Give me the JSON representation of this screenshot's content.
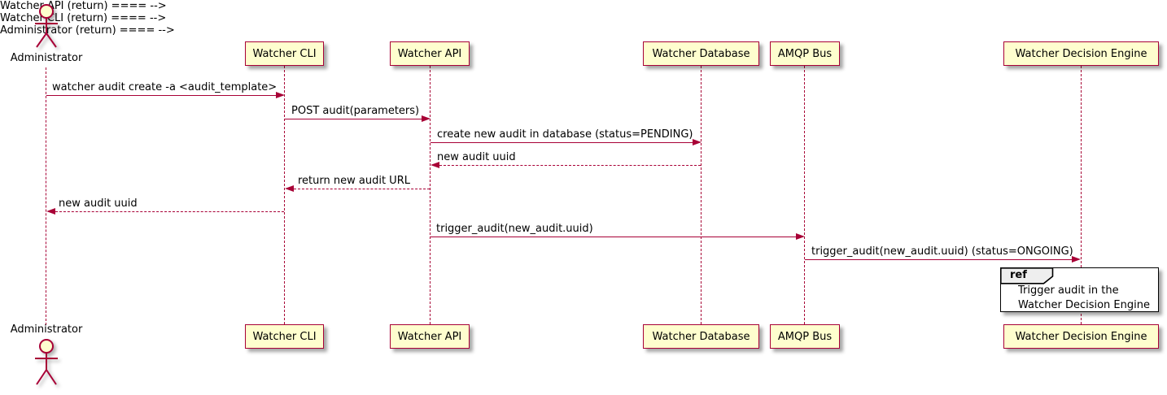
{
  "diagram": {
    "type": "sequence",
    "actor": {
      "label": "Administrator"
    },
    "participants": [
      {
        "label": "Watcher CLI"
      },
      {
        "label": "Watcher API"
      },
      {
        "label": "Watcher Database"
      },
      {
        "label": "AMQP Bus"
      },
      {
        "label": "Watcher Decision Engine"
      }
    ],
    "messages": [
      {
        "label": "watcher audit create -a <audit_template>",
        "from": "Administrator",
        "to": "Watcher CLI",
        "line": "solid",
        "direction": "right"
      },
      {
        "label": "POST audit(parameters)",
        "from": "Watcher CLI",
        "to": "Watcher API",
        "line": "solid",
        "direction": "right"
      },
      {
        "label": "create new audit in database (status=PENDING)",
        "from": "Watcher API",
        "to": "Watcher Database",
        "line": "solid",
        "direction": "right"
      },
      {
        "label": "new audit uuid",
        "from": "Watcher Database",
        "to": "Watcher API",
        "line": "dashed",
        "direction": "left"
      },
      {
        "label": "return new audit URL",
        "from": "Watcher API",
        "to": "Watcher CLI",
        "line": "dashed",
        "direction": "left"
      },
      {
        "label": "new audit uuid",
        "from": "Watcher CLI",
        "to": "Administrator",
        "line": "dashed",
        "direction": "left"
      },
      {
        "label": "trigger_audit(new_audit.uuid)",
        "from": "Watcher API",
        "to": "AMQP Bus",
        "line": "solid",
        "direction": "right"
      },
      {
        "label": "trigger_audit(new_audit.uuid) (status=ONGOING)",
        "from": "AMQP Bus",
        "to": "Watcher Decision Engine",
        "line": "solid",
        "direction": "right"
      }
    ],
    "ref_fragment": {
      "keyword": "ref",
      "lines": {
        "0": "Trigger audit in the",
        "1": "Watcher Decision Engine"
      },
      "over": "Watcher Decision Engine"
    },
    "colors": {
      "participant_fill": "#fefece",
      "border": "#a80036",
      "text": "#000000",
      "ref_border": "#000000",
      "ref_tab_fill": "#eeeeee"
    }
  }
}
